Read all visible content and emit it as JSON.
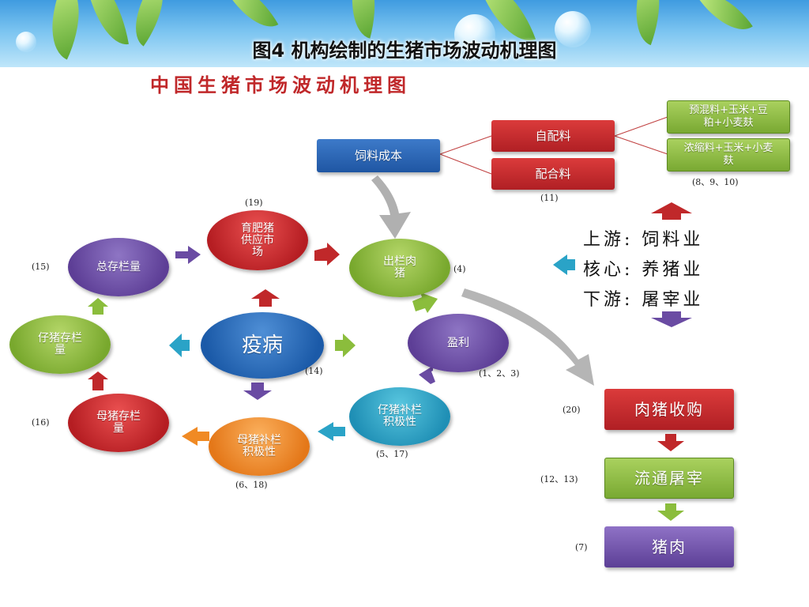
{
  "caption": "图4   机构绘制的生猪市场波动机理图",
  "title": "中国生猪市场波动机理图",
  "nodes": {
    "feed_cost": "饲料成本",
    "self_mix": "自配料",
    "compound": "配合料",
    "premix": "预混料+玉米+豆粕+小麦麸",
    "concentrate": "浓缩料+玉米+小麦麸",
    "fattening_supply": "育肥猪供应市场",
    "slaughter_hogs": "出栏肉猪",
    "profit": "盈利",
    "piglet_restock": "仔猪补栏积极性",
    "sow_restock": "母猪补栏积极性",
    "sow_inventory": "母猪存栏量",
    "piglet_inventory": "仔猪存栏量",
    "total_inventory": "总存栏量",
    "disease": "疫病",
    "hog_purchase": "肉猪收购",
    "circulation": "流通屠宰",
    "pork": "猪肉"
  },
  "refs": {
    "r11": "(11)",
    "r8_9_10": "(8、9、10)",
    "r19": "(19)",
    "r4": "(4)",
    "r1_2_3": "(1、2、3)",
    "r14": "(14)",
    "r5_17": "(5、17)",
    "r6_18": "(6、18)",
    "r16": "(16)",
    "r15": "(15)",
    "r20": "(20)",
    "r12_13": "(12、13)",
    "r7": "(7)"
  },
  "legend": {
    "upstream": "上游:  饲料业",
    "core": "核心:  养猪业",
    "downstream": "下游:  屠宰业"
  },
  "colors": {
    "red": "#c0282a",
    "purple": "#6a4ba3",
    "green": "#8bbd3c",
    "teal": "#2aa3c7",
    "orange": "#f08a24",
    "blue": "#2b6cc0",
    "gray": "#a9a9a9"
  }
}
